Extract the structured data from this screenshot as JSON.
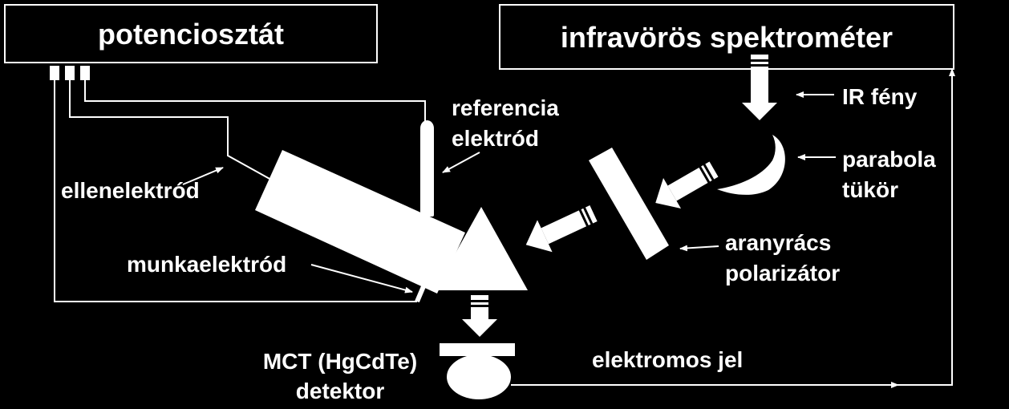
{
  "boxes": {
    "potentiostat": "potenciosztát",
    "spectrometer": "infravörös spektrométer"
  },
  "labels": {
    "ir_light": "IR fény",
    "parabola_line1": "parabola",
    "parabola_line2": "tükör",
    "reference_line1": "referencia",
    "reference_line2": "elektród",
    "counter_electrode": "ellenelektród",
    "working_electrode": "munkaelektród",
    "polarizer_line1": "aranyrács",
    "polarizer_line2": "polarizátor",
    "detector_line1": "MCT (HgCdTe)",
    "detector_line2": "detektor",
    "electric_signal": "elektromos jel"
  },
  "colors": {
    "background": "#000000",
    "foreground": "#ffffff"
  }
}
